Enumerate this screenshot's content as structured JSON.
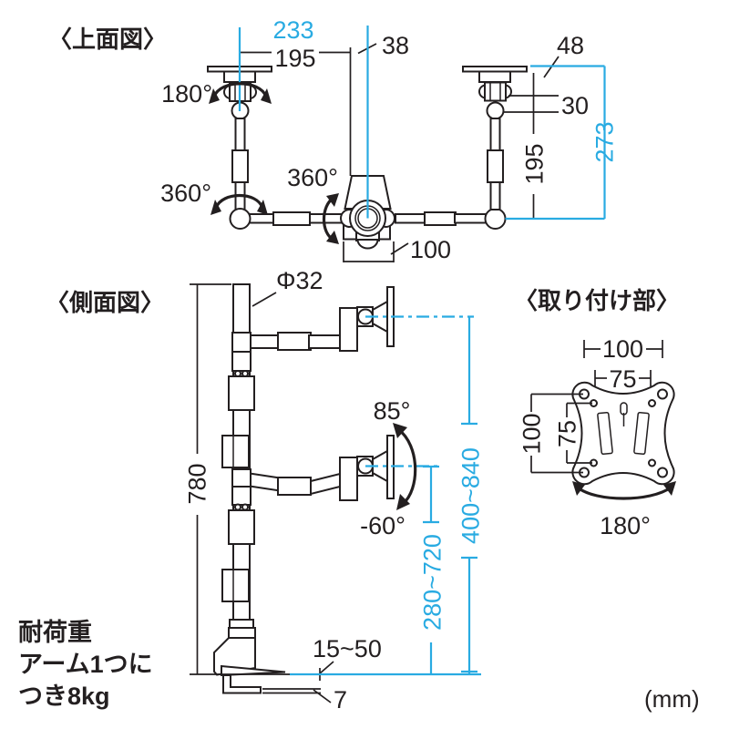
{
  "page": {
    "unit_note": "(mm)"
  },
  "colors": {
    "accent_blue": "#29abe2",
    "line_black": "#231f20",
    "background": "#ffffff"
  },
  "top_view": {
    "title": "〈上面図〉",
    "dims": {
      "arm_pitch_total": "233",
      "arm_reach": "195",
      "pole_offset": "38",
      "mount_disc": "48",
      "joint_offset": "30",
      "arm_depth": "195",
      "total_depth": "273",
      "clamp_width": "100"
    },
    "angles": {
      "mount_rotate": "180°",
      "elbow_rotate": "360°",
      "pole_rotate": "360°"
    }
  },
  "side_view": {
    "title": "〈側面図〉",
    "dims": {
      "pole_diameter": "Φ32",
      "pole_height": "780",
      "upper_arm_height_range": "400~840",
      "lower_arm_height_range": "280~720",
      "desk_thickness_range": "15~50",
      "jaw_plate_thickness": "7"
    },
    "angles": {
      "tilt_up": "85°",
      "tilt_down": "-60°"
    }
  },
  "mount_view": {
    "title": "〈取り付け部〉",
    "dims": {
      "outer_width": "100",
      "inner_width": "75",
      "outer_height": "100",
      "inner_height": "75"
    },
    "angles": {
      "plate_rotate": "180°"
    }
  },
  "load_note": {
    "line1": "耐荷重",
    "line2": "アーム1つに",
    "line3": "つき8kg"
  }
}
